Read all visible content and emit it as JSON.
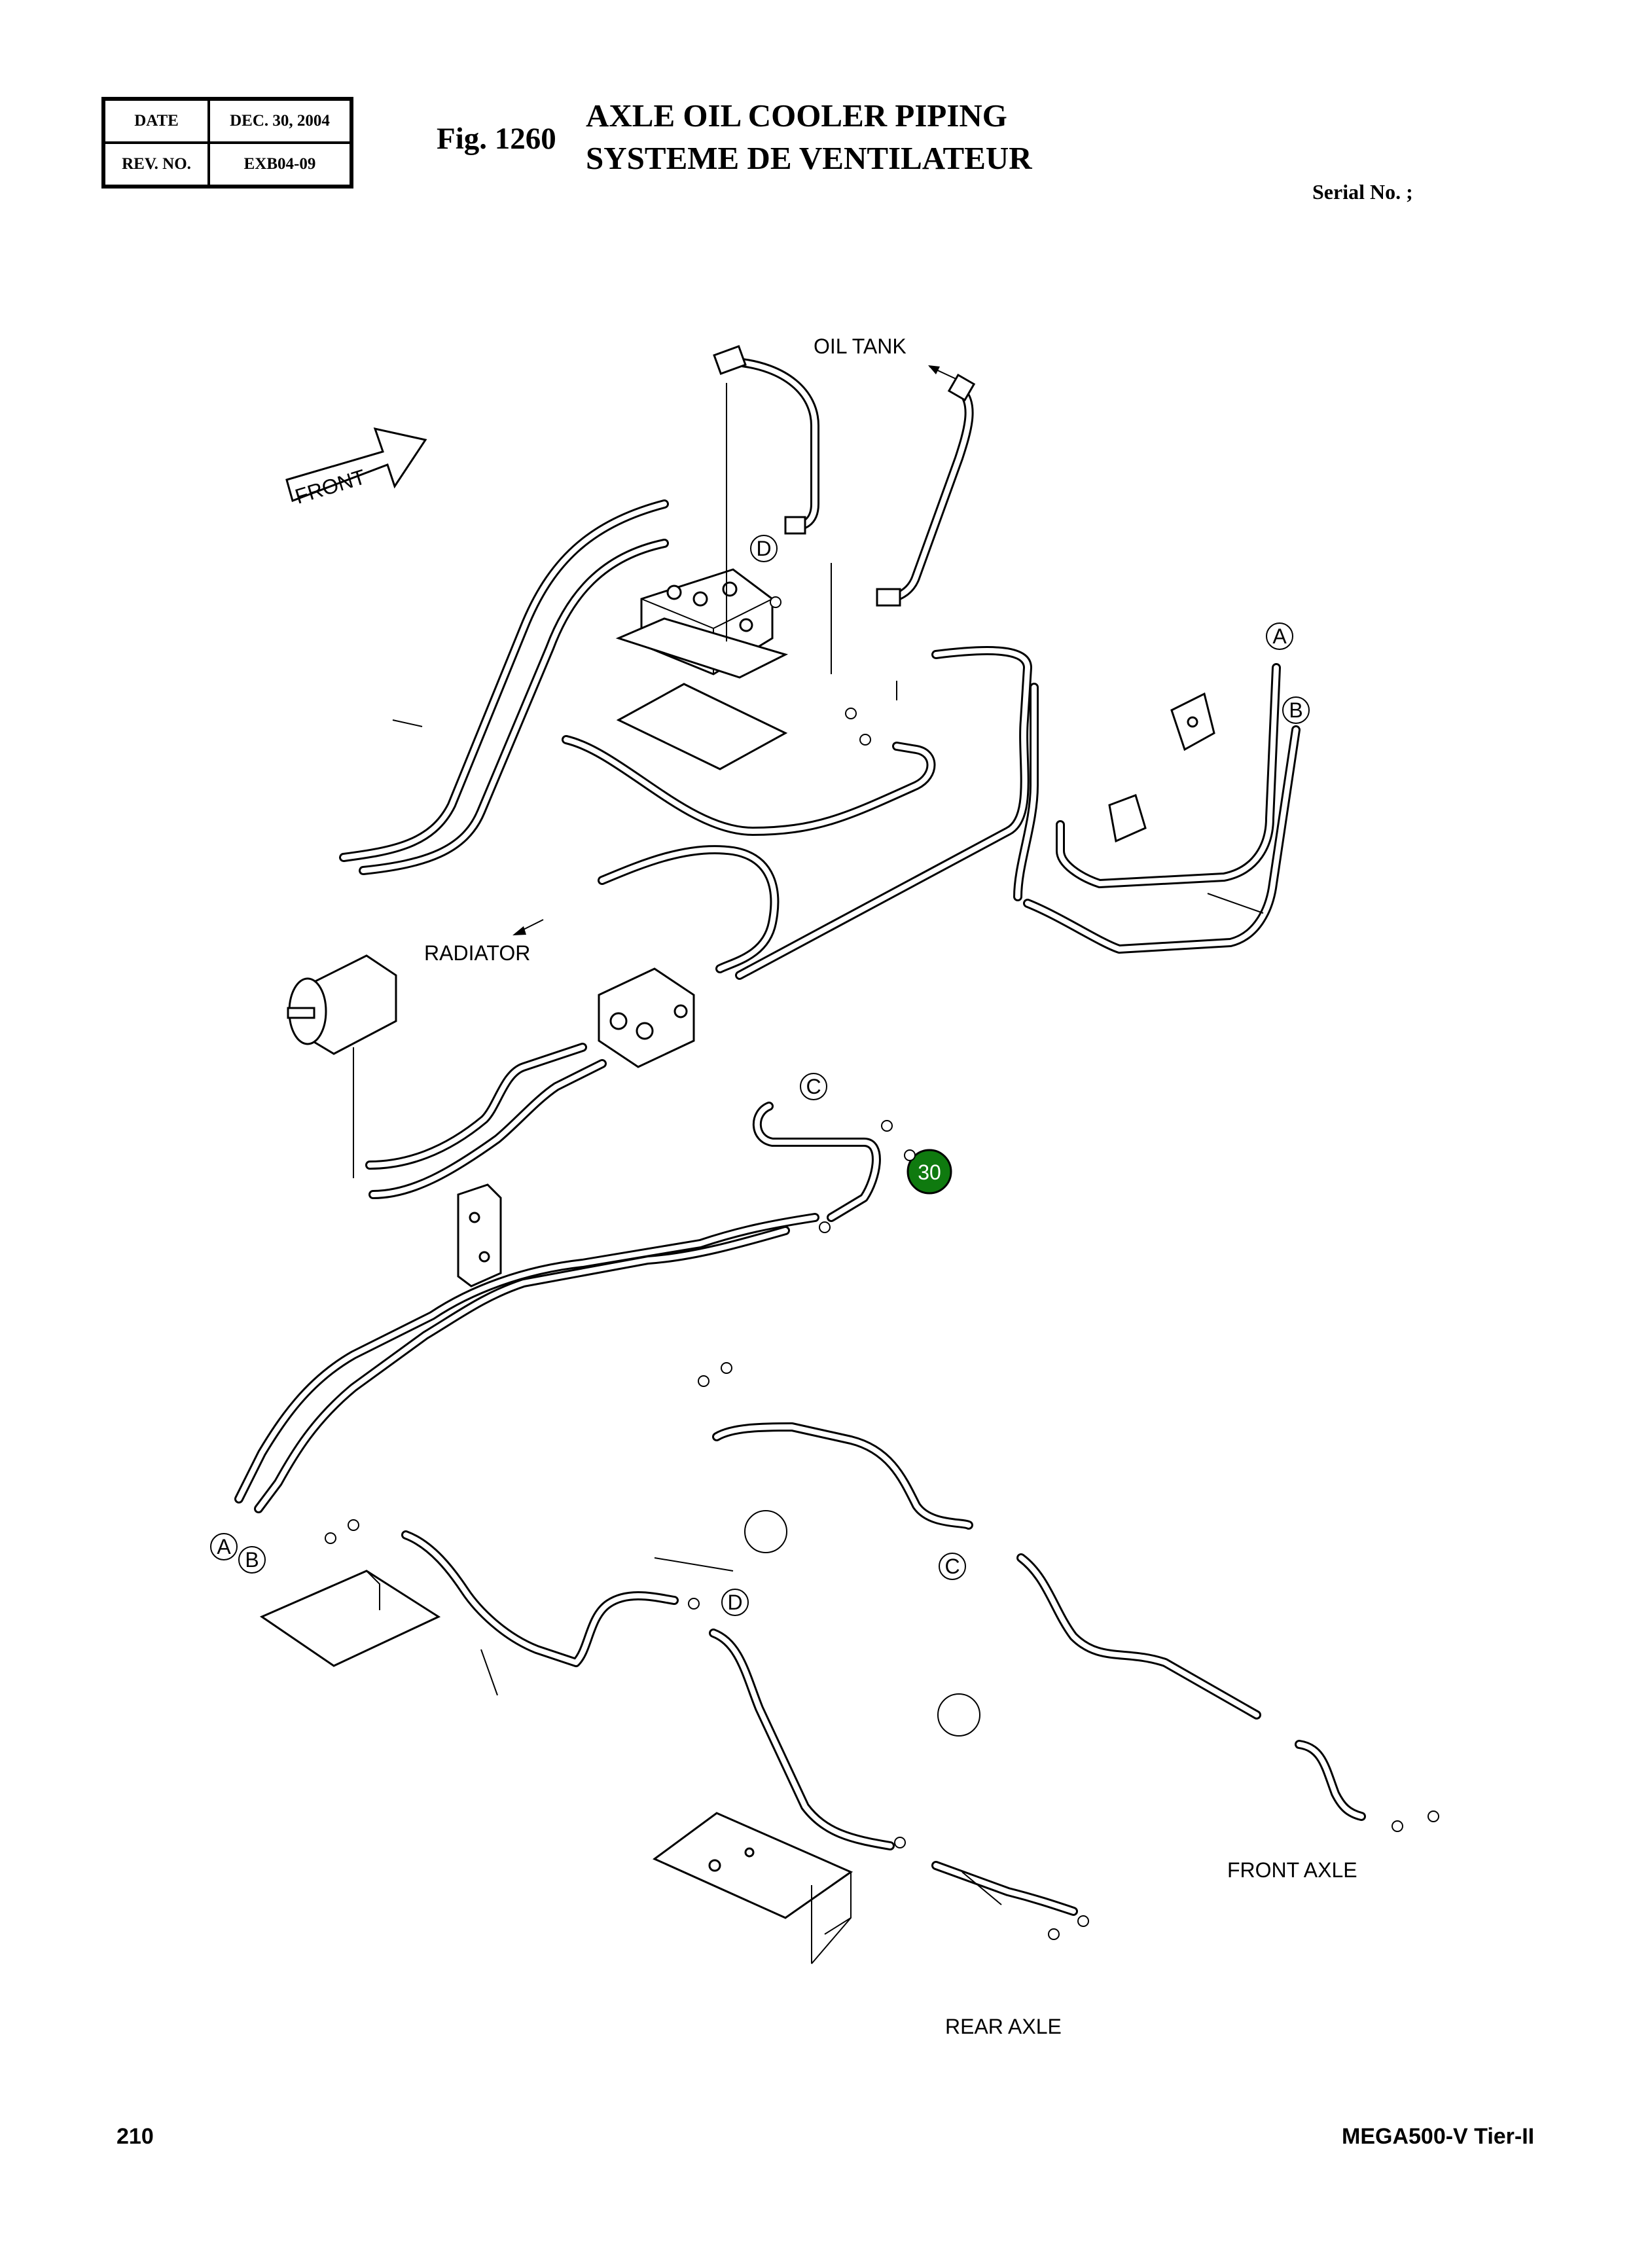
{
  "header": {
    "date_label": "DATE",
    "date_value": "DEC. 30, 2004",
    "rev_label": "REV. NO.",
    "rev_value": "EXB04-09",
    "fig_label": "Fig. 1260",
    "title_line1": "AXLE OIL COOLER PIPING",
    "title_line2": "SYSTEME DE VENTILATEUR",
    "serial_label": "Serial No. ;"
  },
  "diagram": {
    "front_arrow_label": "FRONT",
    "labels": {
      "oil_tank": "OIL TANK",
      "radiator": "RADIATOR",
      "front_axle": "FRONT AXLE",
      "rear_axle": "REAR AXLE"
    },
    "connectors": {
      "a": "A",
      "b": "B",
      "c": "C",
      "d": "D"
    },
    "callout_number": "30",
    "callout_color": "#0f7a0f"
  },
  "footer": {
    "page_number": "210",
    "model": "MEGA500-V Tier-II"
  }
}
